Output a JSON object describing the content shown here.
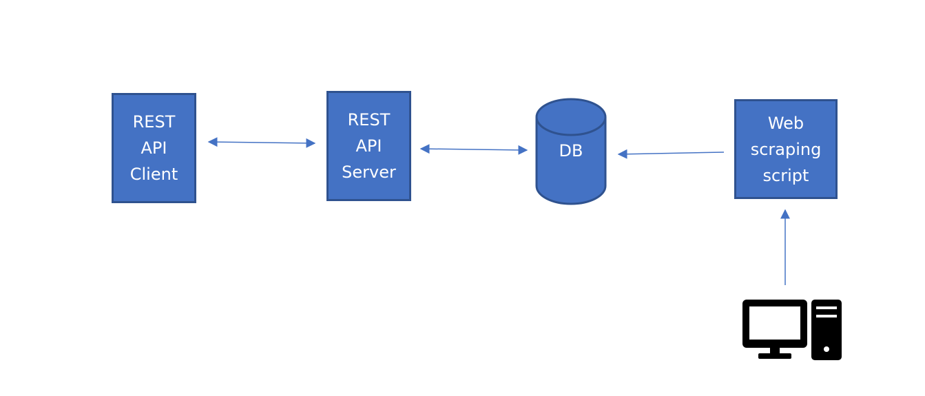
{
  "nodes": {
    "client": {
      "lines": [
        "REST",
        "API",
        "Client"
      ]
    },
    "server": {
      "lines": [
        "REST",
        "API",
        "Server"
      ]
    },
    "db": {
      "label": "DB"
    },
    "scraper": {
      "lines": [
        "Web",
        "scraping",
        "script"
      ]
    },
    "computer": {
      "icon": "desktop-computer-icon"
    }
  },
  "connections": [
    {
      "from": "client",
      "to": "server",
      "direction": "bidirectional"
    },
    {
      "from": "server",
      "to": "db",
      "direction": "bidirectional"
    },
    {
      "from": "scraper",
      "to": "db",
      "direction": "one-way"
    },
    {
      "from": "computer",
      "to": "scraper",
      "direction": "one-way"
    }
  ],
  "colors": {
    "fill": "#4472c4",
    "border": "#2f528f",
    "arrow": "#4472c4",
    "text": "#ffffff",
    "icon": "#000000"
  }
}
